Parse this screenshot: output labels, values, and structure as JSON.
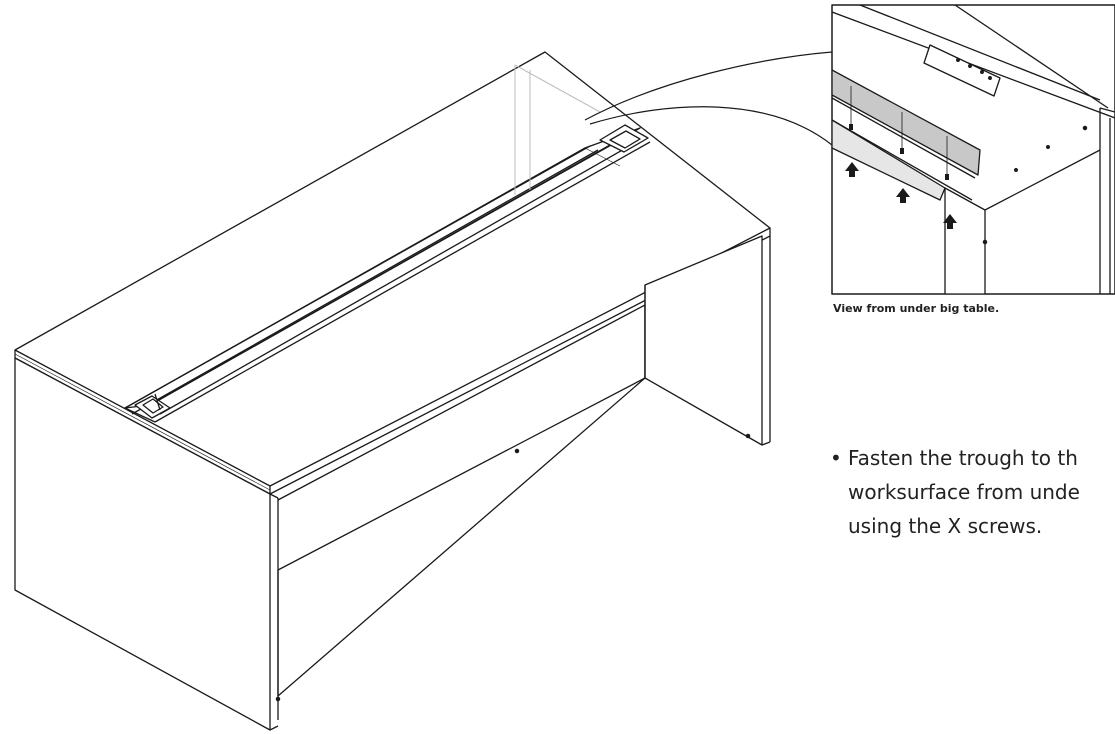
{
  "figure": {
    "caption": "View from under big table.",
    "instruction_lines": [
      "Fasten the trough to th",
      "worksurface from unde",
      "using the X screws."
    ],
    "bullet": "•"
  },
  "colors": {
    "line": "#1a1a1a",
    "bracket_fill": "#c8c8c8",
    "plate_fill": "#e6e6e6",
    "background": "#ffffff"
  },
  "icons": [
    "arrow-up-icon",
    "screw-icon"
  ]
}
